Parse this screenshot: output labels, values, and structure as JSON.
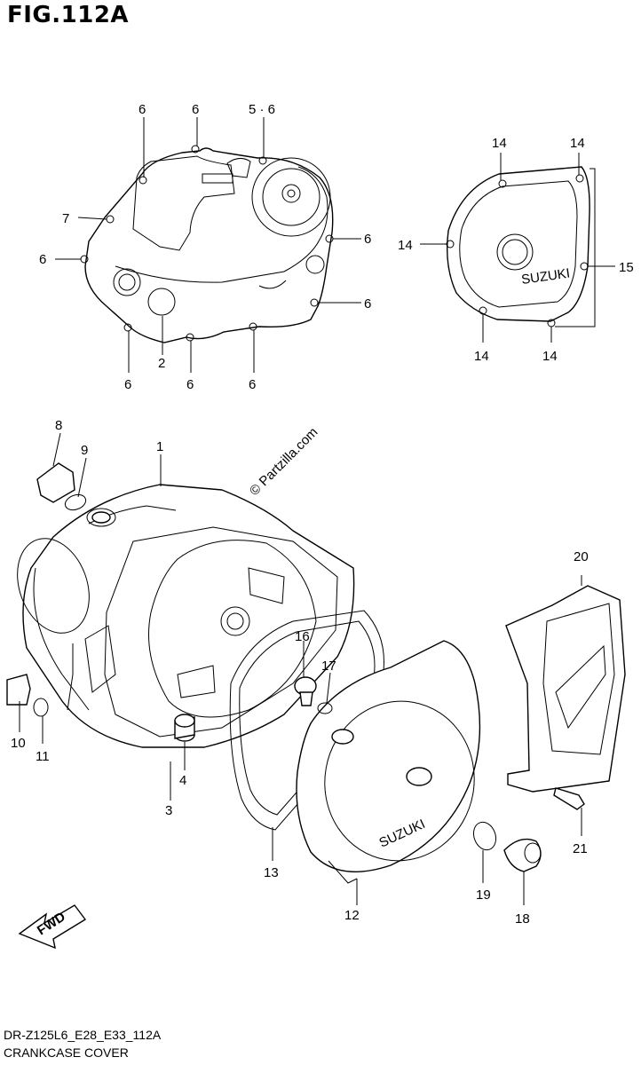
{
  "title": "FIG.112A",
  "footer": {
    "code": "DR-Z125L6_E28_E33_112A",
    "name": "CRANKCASE COVER"
  },
  "watermark": "© Partzilla.com",
  "fwd_label": "FWD",
  "brand_text": "SUZUKI",
  "callouts": {
    "c1": "1",
    "c2": "2",
    "c3": "3",
    "c4": "4",
    "c56": "5 · 6",
    "c6a": "6",
    "c6b": "6",
    "c6c": "6",
    "c6d": "6",
    "c6e": "6",
    "c6f": "6",
    "c6g": "6",
    "c6h": "6",
    "c7": "7",
    "c8": "8",
    "c9": "9",
    "c10": "10",
    "c11": "11",
    "c12": "12",
    "c13": "13",
    "c14a": "14",
    "c14b": "14",
    "c14c": "14",
    "c14d": "14",
    "c14e": "14",
    "c15": "15",
    "c16": "16",
    "c17": "17",
    "c18": "18",
    "c19": "19",
    "c20": "20",
    "c21": "21"
  }
}
